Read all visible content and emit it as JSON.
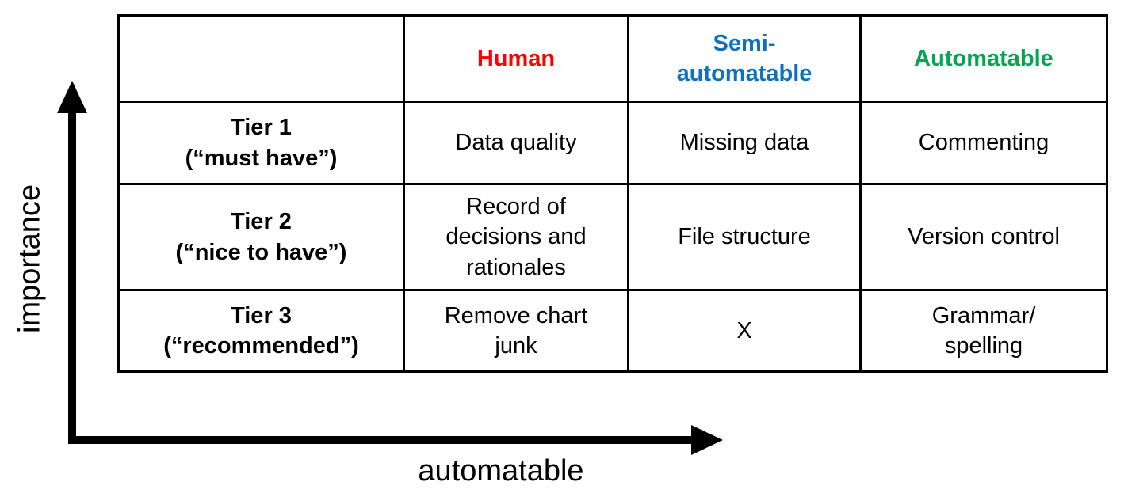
{
  "axes": {
    "y_label": "importance",
    "x_label": "automatable"
  },
  "colors": {
    "human_header": "#FF0000",
    "semi_automatable_header": "#0E71BE",
    "automatable_header": "#00A650",
    "axis_and_border": "#000000",
    "background": "#FFFFFF"
  },
  "table": {
    "corner_label": "",
    "header": [
      {
        "label": "Human"
      },
      {
        "label": "Semi-\nautomatable"
      },
      {
        "label": "Automatable"
      }
    ],
    "rows": [
      {
        "tier": "Tier 1\n(“must have”)",
        "cells": [
          "Data quality",
          "Missing data",
          "Commenting"
        ]
      },
      {
        "tier": "Tier 2\n(“nice to have”)",
        "cells": [
          "Record of\ndecisions and\nrationales",
          "File structure",
          "Version control"
        ]
      },
      {
        "tier": "Tier 3\n(“recommended”)",
        "cells": [
          "Remove chart\njunk",
          "X",
          "Grammar/\nspelling"
        ]
      }
    ]
  }
}
